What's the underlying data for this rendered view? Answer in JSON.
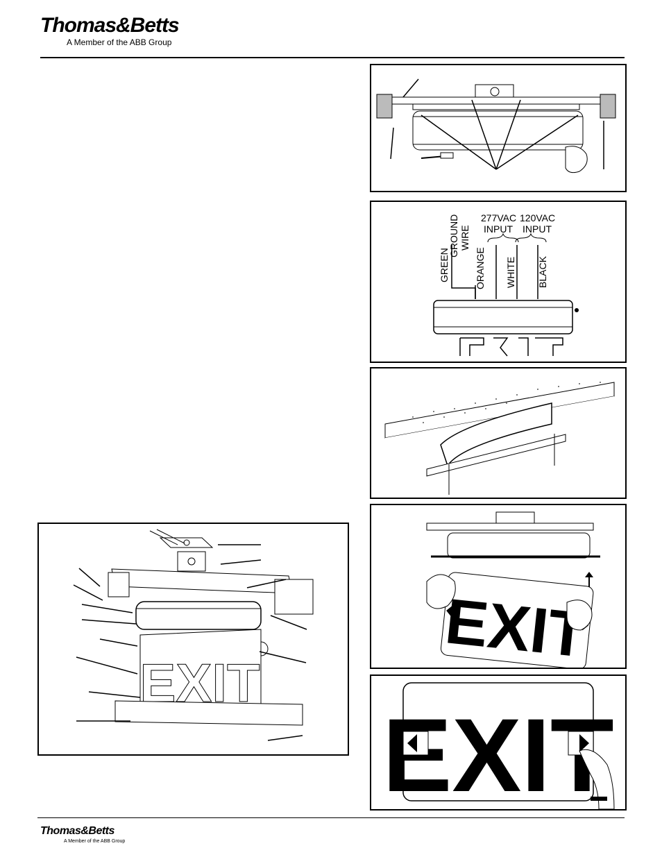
{
  "header": {
    "brand": "Thomas&Betts",
    "tagline": "A Member of the ABB Group"
  },
  "footer": {
    "brand": "Thomas&Betts",
    "tagline": "A Member of the ABB Group"
  },
  "wiring": {
    "ground_wire_line1": "GROUND",
    "ground_wire_line2": "WIRE",
    "input_277_line1": "277VAC",
    "input_277_line2": "INPUT",
    "input_120_line1": "120VAC",
    "input_120_line2": "INPUT",
    "wire_green": "GREEN",
    "wire_orange": "ORANGE",
    "wire_white": "WHITE",
    "wire_black": "BLACK"
  },
  "signs": {
    "exit_text": "EXIT"
  }
}
